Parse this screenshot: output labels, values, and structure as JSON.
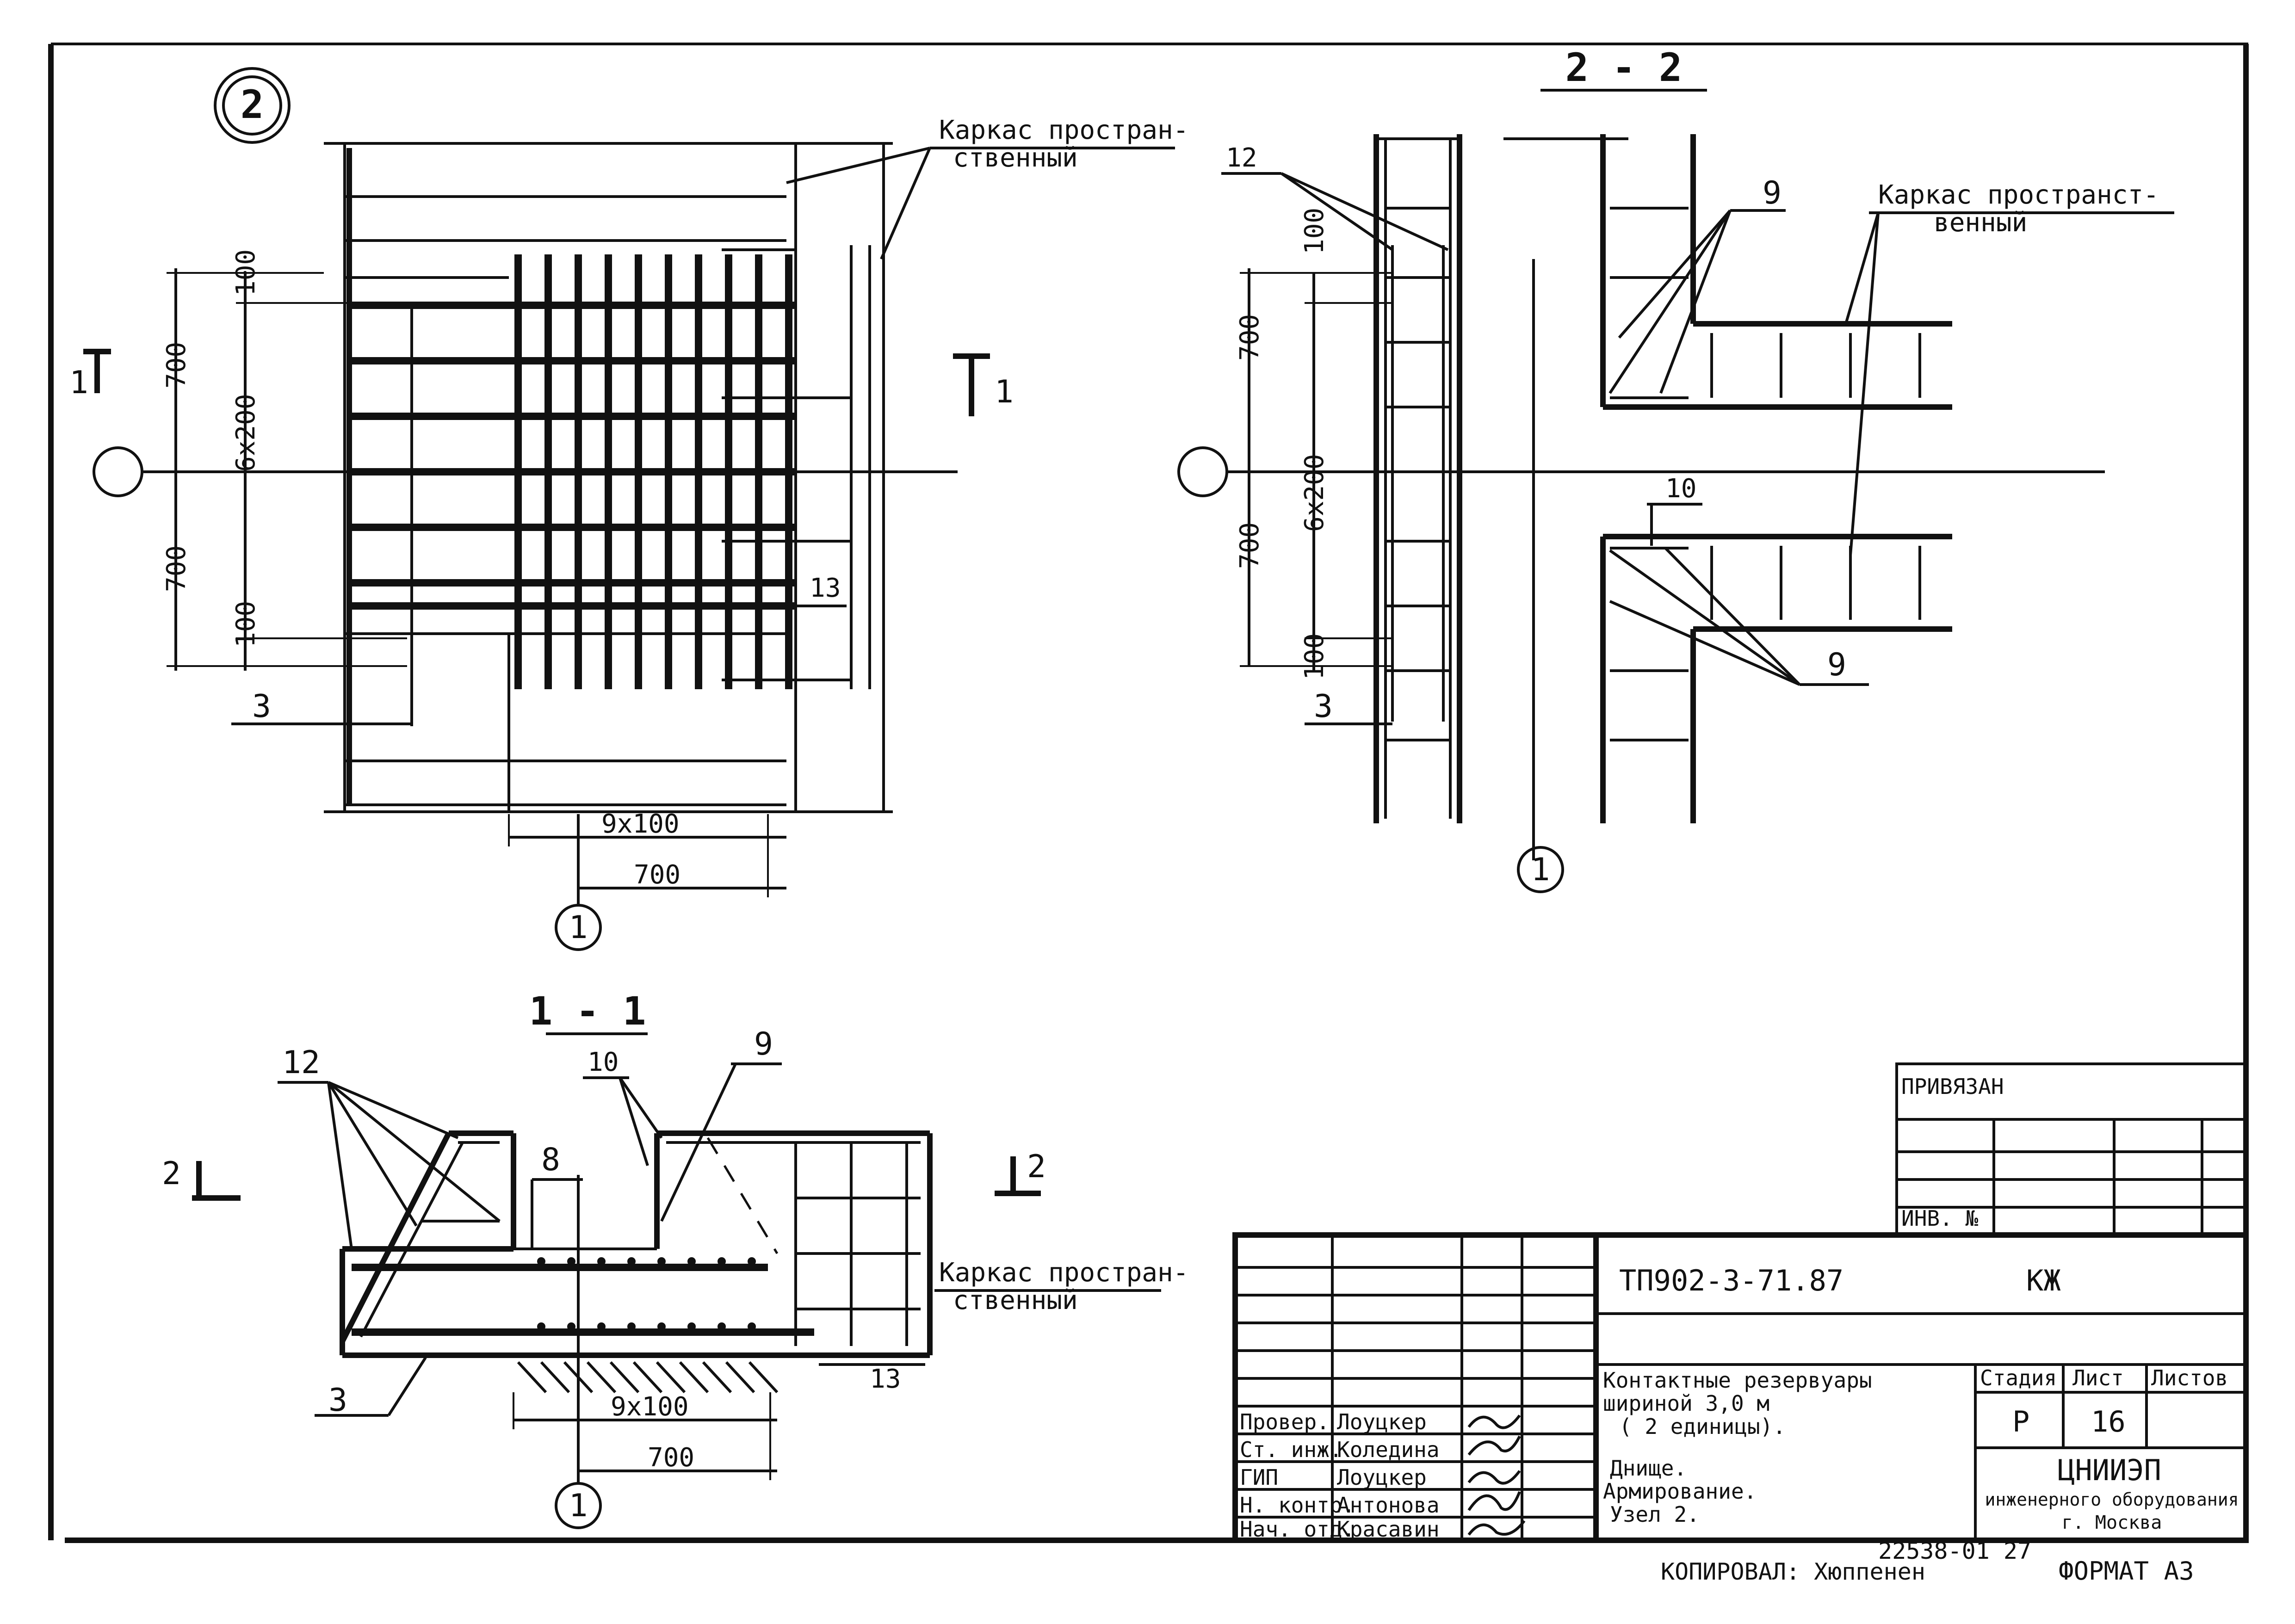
{
  "sheet": {
    "footer_copied_by": "КОПИРОВАЛ: Хюппенен",
    "footer_number": "22538-01 27",
    "footer_format": "ФОРМАТ А3"
  },
  "plan": {
    "node_number": "2",
    "frame_label_line1": "Каркас простран-",
    "frame_label_line2": "ственный",
    "section_mark_left": "1",
    "section_mark_right": "1",
    "dim_top_100": "100",
    "dim_700_top": "700",
    "dim_6x200": "6х200",
    "dim_700_bottom": "700",
    "dim_bottom_100": "100",
    "dim_9x100": "9х100",
    "dim_700_horizontal": "700",
    "pos_13": "13",
    "pos_3": "3",
    "axis_label": "1"
  },
  "section22": {
    "title": "2 - 2",
    "frame_label_line1": "Каркас пространст-",
    "frame_label_line2": "венный",
    "pos_12": "12",
    "pos_9_top": "9",
    "pos_9_bottom": "9",
    "pos_10": "10",
    "pos_3": "3",
    "dim_100_top": "100",
    "dim_700_top": "700",
    "dim_6x200": "6х200",
    "dim_700_bottom": "700",
    "dim_100_bottom": "100",
    "axis_label": "1"
  },
  "section11": {
    "title": "1 - 1",
    "pos_12": "12",
    "pos_10": "10",
    "pos_9": "9",
    "pos_8": "8",
    "pos_3": "3",
    "pos_13": "13",
    "mark_left": "2",
    "mark_right": "2",
    "frame_label_line1": "Каркас простран-",
    "frame_label_line2": "ственный",
    "dim_9x100": "9х100",
    "dim_700": "700",
    "axis_label": "1"
  },
  "title_block": {
    "privyazan": "ПРИВЯЗАН",
    "inv_no": "ИНВ. №",
    "code": "ТП902-3-71.87",
    "mark": "КЖ",
    "desc_line1": "Контактные  резервуары",
    "desc_line2": "шириной      3,0 м",
    "desc_line3": "( 2 единицы).",
    "desc_line4": "Днище.",
    "desc_line5": "Армирование.",
    "desc_line6": "Узел 2.",
    "stage_header": "Стадия",
    "sheet_header": "Лист",
    "sheets_header": "Листов",
    "stage_value": "Р",
    "sheet_value": "16",
    "org_line1": "ЦНИИЭП",
    "org_line2": "инженерного оборудования",
    "org_line3": "г. Москва",
    "signers": [
      {
        "role": "Провер.",
        "name": "Лоуцкер"
      },
      {
        "role": "Ст. инж.",
        "name": "Коледина"
      },
      {
        "role": "ГИП",
        "name": "Лоуцкер"
      },
      {
        "role": "Н. контр.",
        "name": "Антонова"
      },
      {
        "role": "Нач. отд.",
        "name": "Красавин"
      }
    ]
  }
}
